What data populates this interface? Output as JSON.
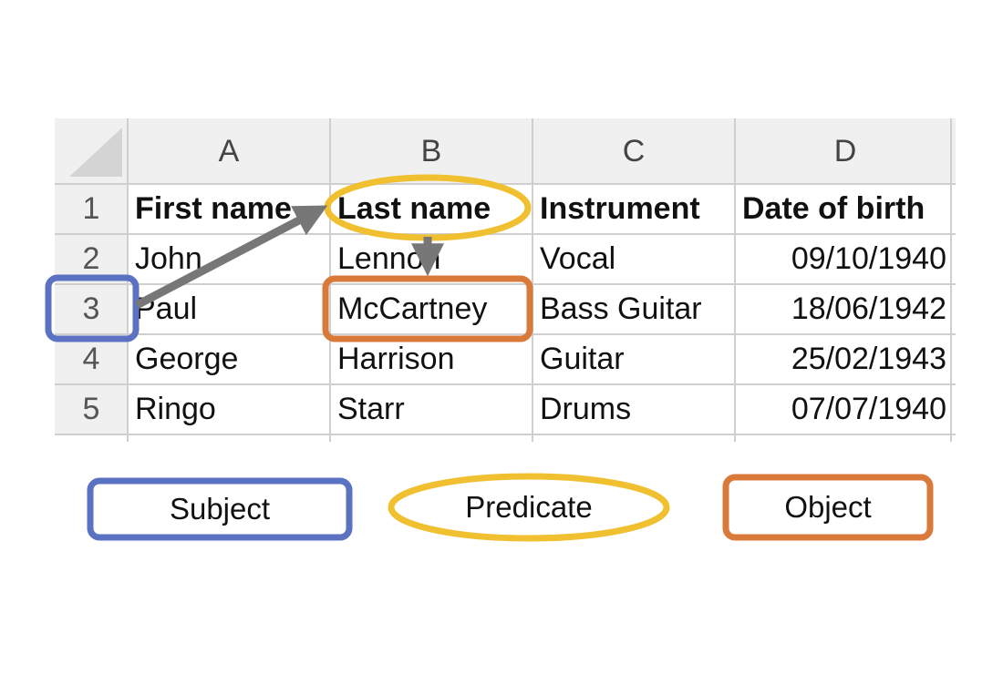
{
  "columns": [
    "A",
    "B",
    "C",
    "D"
  ],
  "rows": [
    {
      "num": "1",
      "cells": [
        "First name",
        "Last name",
        "Instrument",
        "Date of birth"
      ]
    },
    {
      "num": "2",
      "cells": [
        "John",
        "Lennon",
        "Vocal",
        "09/10/1940"
      ]
    },
    {
      "num": "3",
      "cells": [
        "Paul",
        "McCartney",
        "Bass Guitar",
        "18/06/1942"
      ]
    },
    {
      "num": "4",
      "cells": [
        "George",
        "Harrison",
        "Guitar",
        "25/02/1943"
      ]
    },
    {
      "num": "5",
      "cells": [
        "Ringo",
        "Starr",
        "Drums",
        "07/07/1940"
      ]
    }
  ],
  "legend": {
    "subject": "Subject",
    "predicate": "Predicate",
    "object": "Object"
  },
  "colors": {
    "subject": "#5b72c2",
    "predicate": "#f0c030",
    "object": "#d9793a",
    "arrow": "#777777",
    "grid": "#cfcfcf",
    "header_bg": "#f0f0f0"
  }
}
